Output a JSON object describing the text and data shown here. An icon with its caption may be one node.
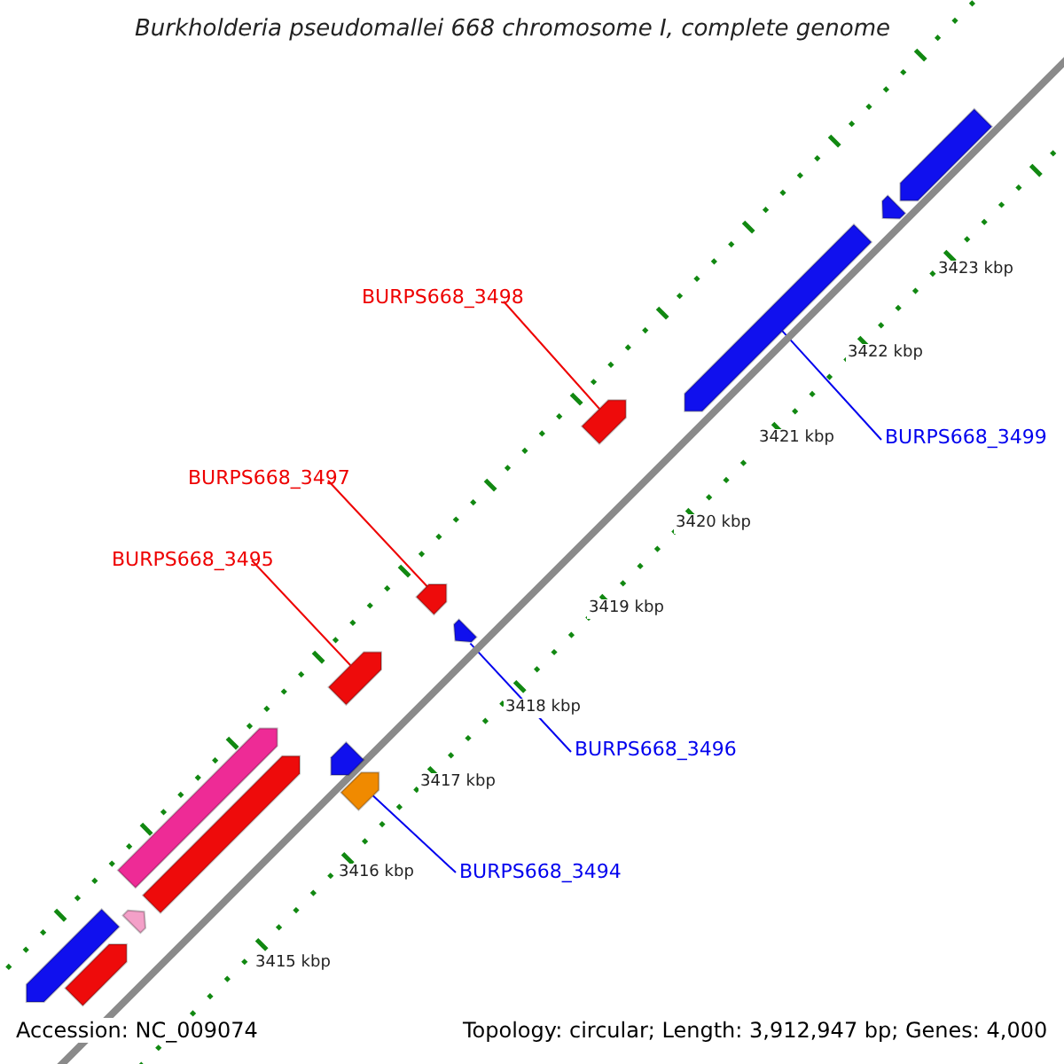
{
  "diagram": {
    "title": "Burkholderia pseudomallei 668 chromosome I, complete genome",
    "nodes": [
      {
        "text": [
          "BURPS668_3498"
        ]
      },
      {
        "text": [
          "BURPS668_3499"
        ]
      },
      {
        "text": [
          "BURPS668_3497"
        ]
      },
      {
        "text": [
          "BURPS668_3495"
        ]
      },
      {
        "text": [
          "BURPS668_3496"
        ]
      },
      {
        "text": [
          "BURPS668_3494"
        ]
      },
      {
        "text": [],
        "shape": "arrow"
      },
      {
        "text": [],
        "shape": "arrow"
      },
      {
        "text": [],
        "shape": "arrow"
      },
      {
        "text": [],
        "shape": "arrow"
      },
      {
        "text": [],
        "shape": "arrow"
      },
      {
        "text": [],
        "shape": "arrow"
      },
      {
        "text": [],
        "shape": "arrow"
      },
      {
        "text": [],
        "shape": "arrow"
      },
      {
        "text": [],
        "shape": "arrow"
      },
      {
        "text": [],
        "shape": "arrow"
      },
      {
        "text": [],
        "shape": "arrow"
      },
      {
        "text": [],
        "shape": "arrow"
      },
      {
        "text": [],
        "shape": "arrow"
      },
      {
        "text": [],
        "shape": "arrow"
      }
    ],
    "edges": [
      {
        "from": 0,
        "to": 9,
        "arrow": "none"
      },
      {
        "from": 1,
        "to": 8,
        "arrow": "none",
        "color": "#0000ee"
      },
      {
        "from": 2,
        "to": 10,
        "arrow": "none"
      },
      {
        "from": 3,
        "to": 12,
        "arrow": "none"
      },
      {
        "from": 4,
        "to": 11,
        "arrow": "none",
        "color": "#0000ee"
      },
      {
        "from": 5,
        "to": 14,
        "arrow": "none",
        "color": "#0000ee"
      }
    ],
    "labels": [
      "3423 kbp",
      "3422 kbp",
      "3421 kbp",
      "3420 kbp",
      "3419 kbp",
      "3418 kbp",
      "3417 kbp",
      "3416 kbp",
      "3415 kbp",
      "Accession: NC_009074",
      "Topology: circular; Length: 3,912,947 bp; Genes: 4,000"
    ]
  }
}
